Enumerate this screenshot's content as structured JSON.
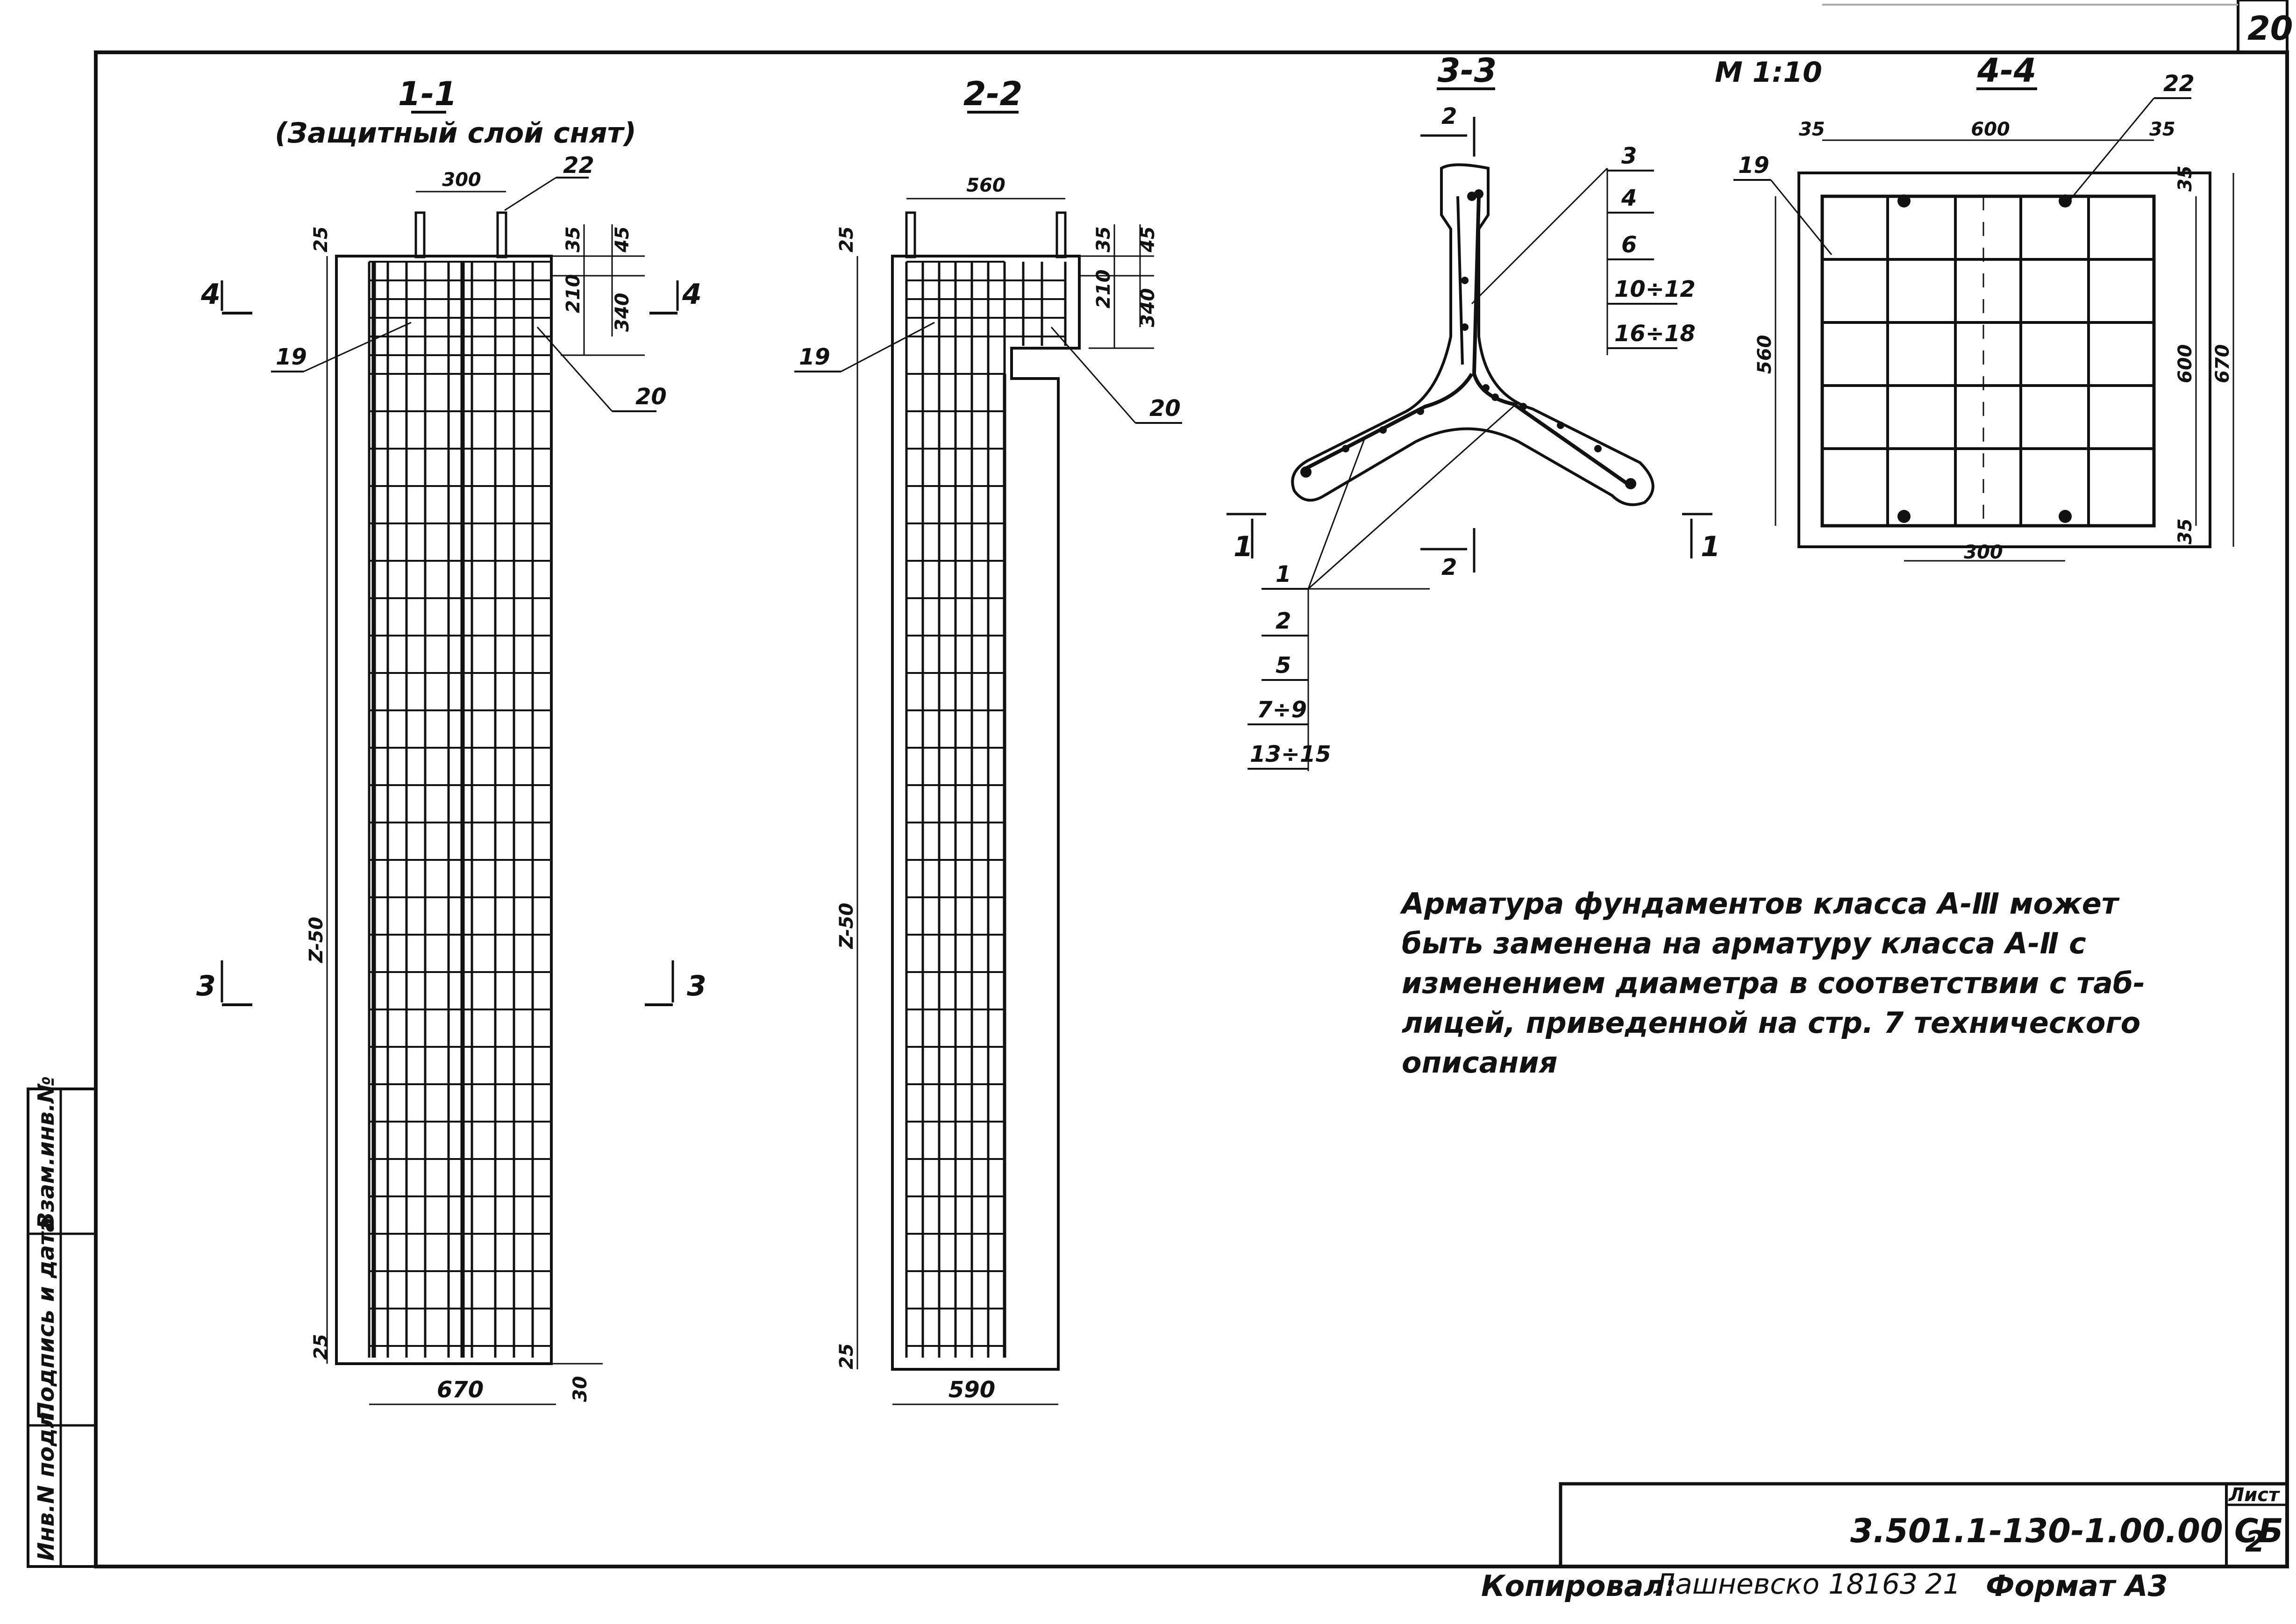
{
  "sheet_corner_number": "20",
  "scale_label": "М 1:10",
  "sections": {
    "s11": {
      "title": "1-1",
      "subtitle": "(Защитный слой снят)"
    },
    "s22": {
      "title": "2-2"
    },
    "s33": {
      "title": "3-3"
    },
    "s44": {
      "title": "4-4"
    }
  },
  "dims": {
    "s11": {
      "top": "300",
      "d25a": "25",
      "d35": "35",
      "d45": "45",
      "d210": "210",
      "d340": "340",
      "height": "Z-50",
      "d25b": "25",
      "bottom": "670",
      "d30": "30"
    },
    "s22": {
      "top": "560",
      "d25a": "25",
      "d35": "35",
      "d45": "45",
      "d210": "210",
      "d340": "340",
      "height": "Z-50",
      "d25b": "25",
      "bottom": "590"
    },
    "s44": {
      "d35a": "35",
      "d600": "600",
      "d35b": "35",
      "d560": "560",
      "d600v": "600",
      "d670": "670",
      "d35c": "35",
      "d35d": "35",
      "d300": "300"
    }
  },
  "callouts": {
    "c19a": "19",
    "c20a": "20",
    "c22a": "22",
    "c19b": "19",
    "c20b": "20",
    "c19c": "19",
    "c22c": "22"
  },
  "section_marks": {
    "m4l": "4",
    "m4r": "4",
    "m3l": "3",
    "m3r": "3",
    "m2t": "2",
    "m2b": "2",
    "m1l": "1",
    "m1r": "1"
  },
  "marks_stack_upper": [
    "3",
    "4",
    "6",
    "10÷12",
    "16÷18"
  ],
  "marks_stack_lower": [
    "1",
    "2",
    "5",
    "7÷9",
    "13÷15"
  ],
  "note": [
    "Арматура фундаментов класса А-Ⅲ может",
    "быть заменена на арматуру класса А-Ⅱ с",
    "изменением диаметра в соответствии с таб-",
    "лицей, приведенной на стр. 7 технического",
    "описания"
  ],
  "side_stamp": [
    "Инв.N подл.",
    "Подпись и дата",
    "Взам.инв.№"
  ],
  "title_block": {
    "designation": "3.501.1-130-1.00.00 СБ",
    "sheet_label": "Лист",
    "sheet_number": "2"
  },
  "footer": {
    "copied_label": "Копировал:",
    "copied_sig": "Лашневско 18163",
    "copied_extra": "21",
    "format_label": "Формат А3"
  }
}
